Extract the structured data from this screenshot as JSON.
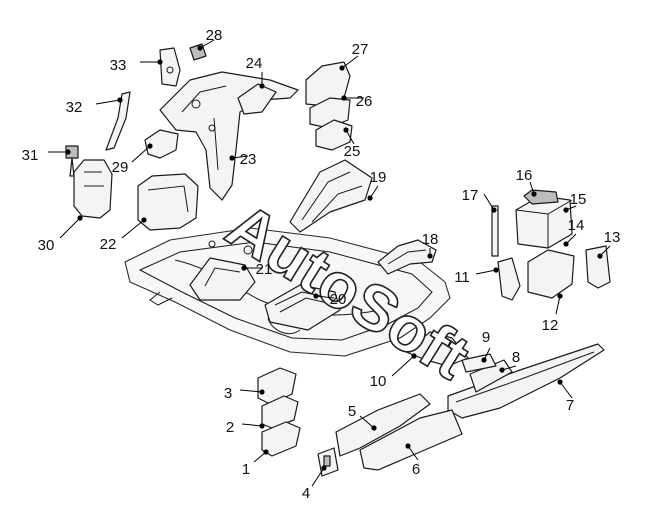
{
  "watermark": "AutoSoft",
  "callouts": [
    "1",
    "2",
    "3",
    "4",
    "5",
    "6",
    "7",
    "8",
    "9",
    "10",
    "11",
    "12",
    "13",
    "14",
    "15",
    "16",
    "17",
    "18",
    "19",
    "20",
    "21",
    "22",
    "23",
    "24",
    "25",
    "26",
    "27",
    "28",
    "29",
    "30",
    "31",
    "32",
    "33"
  ]
}
